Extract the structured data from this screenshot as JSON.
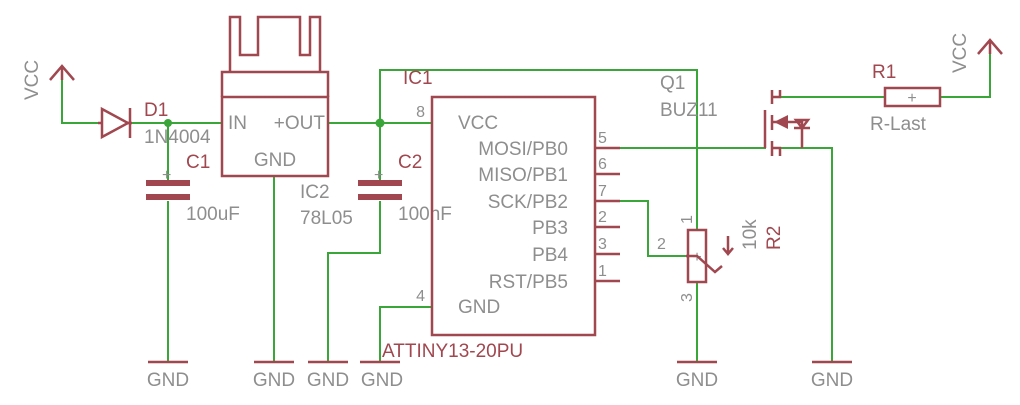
{
  "supplies": {
    "vcc_left": "VCC",
    "vcc_right": "VCC",
    "gnd_c1": "GND",
    "gnd_ic2": "GND",
    "gnd_c2": "GND",
    "gnd_ic1": "GND",
    "gnd_r2": "GND",
    "gnd_q1": "GND"
  },
  "d1": {
    "name": "D1",
    "value": "1N4004"
  },
  "c1": {
    "name": "C1",
    "value": "100uF",
    "plus": "+"
  },
  "ic2": {
    "name": "IC2",
    "value": "78L05",
    "pin_in": "IN",
    "pin_out": "+OUT",
    "pin_gnd": "GND"
  },
  "c2": {
    "name": "C2",
    "value": "100nF",
    "plus": "+"
  },
  "ic1": {
    "name": "IC1",
    "value": "ATTINY13-20PU",
    "pins_left": [
      {
        "num": "8",
        "label": "VCC"
      },
      {
        "num": "4",
        "label": "GND"
      }
    ],
    "pins_right": [
      {
        "num": "5",
        "label": "MOSI/PB0"
      },
      {
        "num": "6",
        "label": "MISO/PB1"
      },
      {
        "num": "7",
        "label": "SCK/PB2"
      },
      {
        "num": "2",
        "label": "PB3"
      },
      {
        "num": "3",
        "label": "PB4"
      },
      {
        "num": "1",
        "label": "RST/PB5"
      }
    ]
  },
  "q1": {
    "name": "Q1",
    "value": "BUZ11"
  },
  "r1": {
    "name": "R1",
    "value": "R-Last",
    "plus": "+"
  },
  "r2": {
    "name": "R2",
    "value": "10k",
    "pin1": "1",
    "pin2": "2",
    "pin3": "3",
    "plus": "+"
  }
}
